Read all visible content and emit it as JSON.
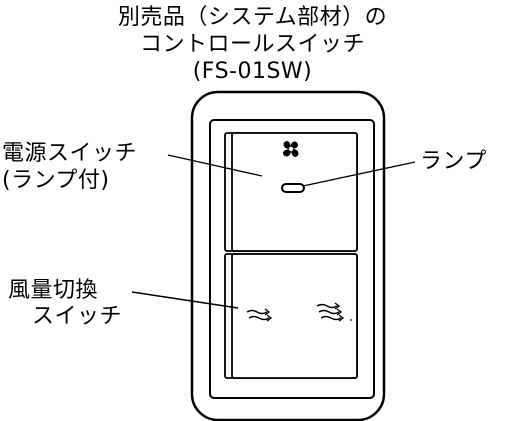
{
  "title": {
    "line1": "別売品（システム部材）の",
    "line2": "コントロールスイッチ",
    "line3": "(FS-01SW)"
  },
  "labels": {
    "power_switch_line1": "電源スイッチ",
    "power_switch_line2": "(ランプ付)",
    "lamp": "ランプ",
    "fan_speed_line1": "風量切換",
    "fan_speed_line2": "スイッチ"
  },
  "icons": {
    "fan": "fan-icon",
    "airflow_low": "airflow-low-icon",
    "airflow_high": "airflow-high-icon"
  }
}
